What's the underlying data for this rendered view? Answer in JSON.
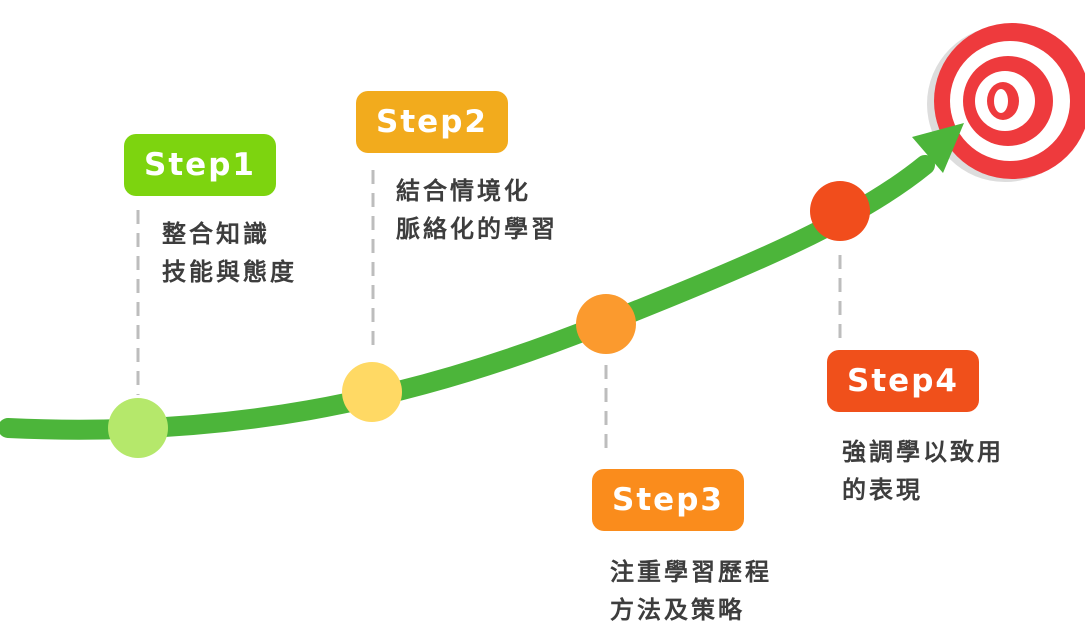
{
  "colors": {
    "path": "#4cb53a",
    "leader": "#bdbdbd",
    "text": "#3d3d3d",
    "target_red": "#ee3a3d",
    "target_white": "#ffffff"
  },
  "steps": [
    {
      "label": "Step1",
      "color": "#7dd40f",
      "dot_color": "#b5e86b",
      "lines": [
        "整合知識",
        "技能與態度"
      ]
    },
    {
      "label": "Step2",
      "color": "#f2ab1d",
      "dot_color": "#ffd964",
      "lines": [
        "結合情境化",
        "脈絡化的學習"
      ]
    },
    {
      "label": "Step3",
      "color": "#fa8c1c",
      "dot_color": "#fb9a2e",
      "lines": [
        "注重學習歷程",
        "方法及策略"
      ]
    },
    {
      "label": "Step4",
      "color": "#f0501b",
      "dot_color": "#f14d1c",
      "lines": [
        "強調學以致用",
        "的表現"
      ]
    }
  ],
  "target": {
    "icon": "target-icon"
  }
}
